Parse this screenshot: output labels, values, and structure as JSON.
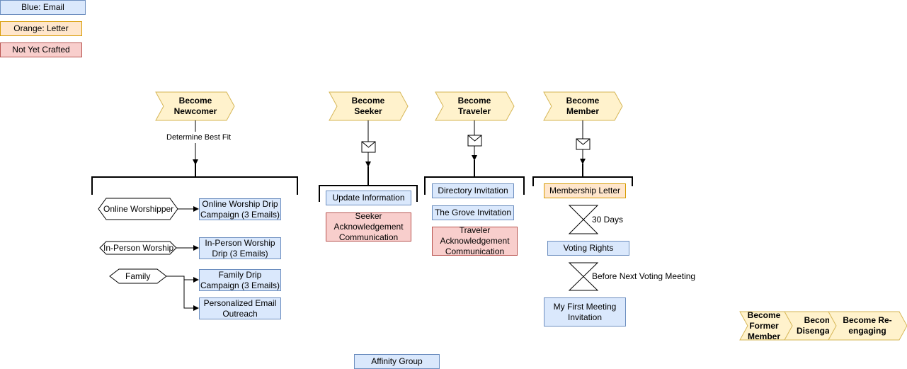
{
  "legend": {
    "email": "Blue: Email",
    "letter": "Orange: Letter",
    "not_crafted": "Not Yet Crafted"
  },
  "stages": {
    "newcomer": "Become Newcomer",
    "seeker": "Become Seeker",
    "traveler": "Become Traveler",
    "member": "Become Member",
    "former_member": "Become Former Member",
    "disengaged": "Become Disengaged",
    "reengaging": "Become Re-engaging"
  },
  "newcomer": {
    "determine_label": "Determine Best Fit",
    "online_worshipper": "Online Worshipper",
    "in_person_worship": "In-Person Worship",
    "family": "Family",
    "online_drip": "Online Worship Drip Campaign (3 Emails)",
    "in_person_drip": "In-Person Worship Drip (3 Emails)",
    "family_drip": "Family Drip Campaign (3 Emails)",
    "personalized": "Personalized Email Outreach"
  },
  "seeker": {
    "update_information": "Update Information",
    "acknowledgement": "Seeker Acknowledgement Communication"
  },
  "traveler": {
    "directory_invitation": "Directory Invitation",
    "grove_invitation": "The Grove Invitation",
    "acknowledgement": "Traveler Acknowledgement Communication"
  },
  "member": {
    "membership_letter": "Membership Letter",
    "wait_30_days": "30 Days",
    "voting_rights": "Voting Rights",
    "wait_before_meeting": "Before Next Voting Meeting",
    "first_meeting": "My First Meeting Invitation"
  },
  "affinity_group": "Affinity Group",
  "colors": {
    "email_fill": "#dae8fc",
    "email_stroke": "#6c8ebf",
    "letter_fill": "#ffe6cc",
    "letter_stroke": "#d79b00",
    "crafted_fill": "#f8cecc",
    "crafted_stroke": "#b85450",
    "stage_fill": "#fff2cc",
    "stage_stroke": "#d6b656"
  }
}
